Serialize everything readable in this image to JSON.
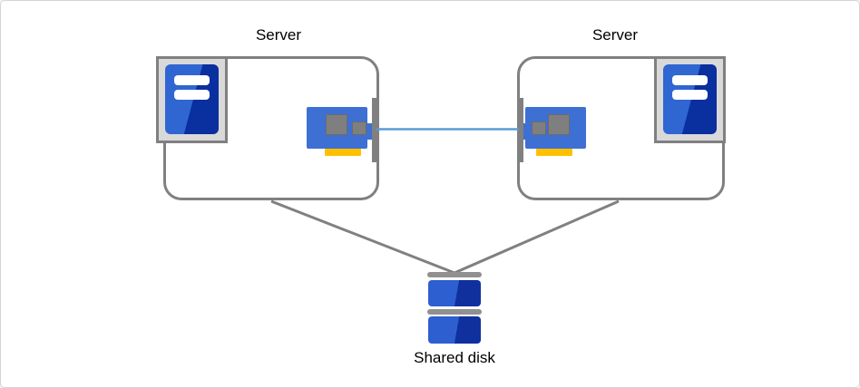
{
  "diagram": {
    "servers": [
      {
        "label": "Server"
      },
      {
        "label": "Server"
      }
    ],
    "nic": {
      "label": "NIC"
    },
    "shared_disk": {
      "label": "Shared disk"
    }
  },
  "colors": {
    "canvas_border": "#d4d4d4",
    "box_border": "#808080",
    "connector_gray": "#808080",
    "link_blue": "#5b9bd5",
    "card_blue": "#3e6fd3",
    "tower_blue_light": "#2f66d2",
    "tower_blue_dark": "#0a2f9e",
    "chip_gray": "#7f7f7f",
    "gold_connector": "#ffc000",
    "icon_background": "#d9d9d9",
    "disk_bar_gray": "#909090"
  }
}
